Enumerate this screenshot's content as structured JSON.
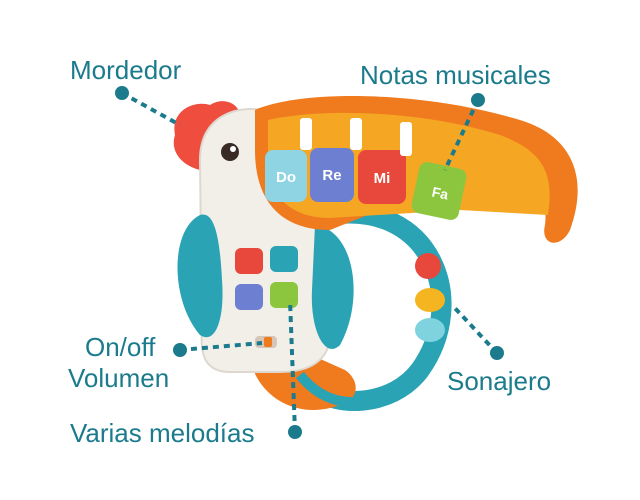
{
  "labels": {
    "teether": "Mordedor",
    "notes": "Notas musicales",
    "onoff": "On/off",
    "volume": "Volumen",
    "rattle": "Sonajero",
    "melodies": "Varias melodías"
  },
  "keys": [
    "Do",
    "Re",
    "Mi",
    "Fa"
  ],
  "colors": {
    "label": "#1b7b8c",
    "orange": "#f07a1e",
    "teal": "#2aa3b5",
    "red": "#e8473c"
  }
}
